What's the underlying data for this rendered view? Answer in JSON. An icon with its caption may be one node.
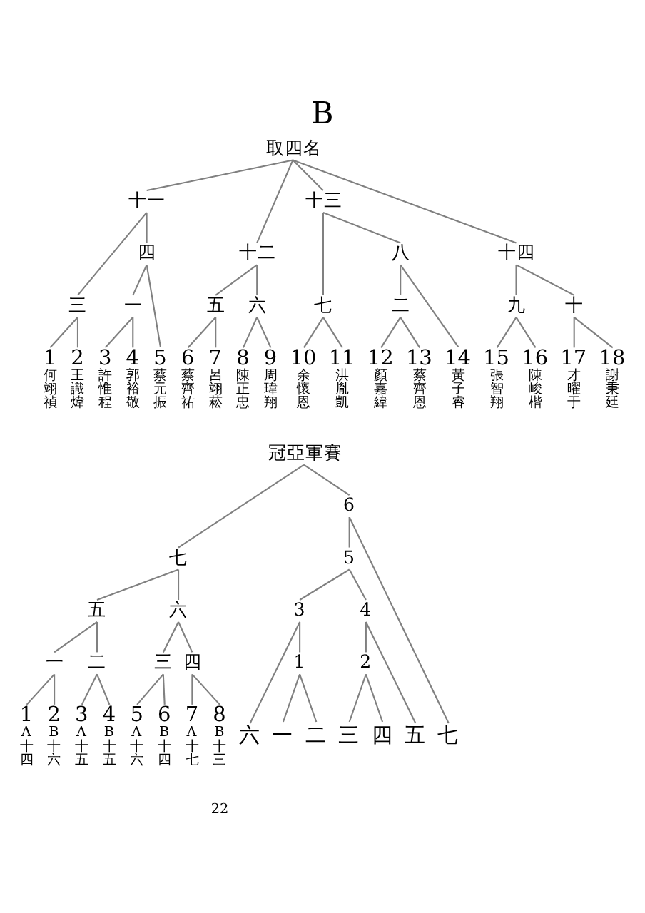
{
  "diagram": {
    "title": "B",
    "nodes": [
      {
        "text": [
          "取四名"
        ]
      },
      {
        "text": [
          "十一"
        ]
      },
      {
        "text": [
          "十二"
        ]
      },
      {
        "text": [
          "十三"
        ]
      },
      {
        "text": [
          "十四"
        ]
      },
      {
        "text": [
          "三"
        ]
      },
      {
        "text": [
          "四"
        ]
      },
      {
        "text": [
          "五"
        ]
      },
      {
        "text": [
          "六"
        ]
      },
      {
        "text": [
          "七"
        ]
      },
      {
        "text": [
          "八"
        ]
      },
      {
        "text": [
          "九"
        ]
      },
      {
        "text": [
          "十"
        ]
      },
      {
        "text": [
          "一"
        ]
      },
      {
        "text": [
          "二"
        ]
      },
      {
        "text": [
          "1"
        ],
        "beside": [
          "何翊禎"
        ]
      },
      {
        "text": [
          "2"
        ],
        "beside": [
          "王識煒"
        ]
      },
      {
        "text": [
          "3"
        ],
        "beside": [
          "許惟程"
        ]
      },
      {
        "text": [
          "4"
        ],
        "beside": [
          "郭裕敬"
        ]
      },
      {
        "text": [
          "5"
        ],
        "beside": [
          "蔡元振"
        ]
      },
      {
        "text": [
          "6"
        ],
        "beside": [
          "蔡齊祐"
        ]
      },
      {
        "text": [
          "7"
        ],
        "beside": [
          "呂翊菘"
        ]
      },
      {
        "text": [
          "8"
        ],
        "beside": [
          "陳正忠"
        ]
      },
      {
        "text": [
          "9"
        ],
        "beside": [
          "周瑋翔"
        ]
      },
      {
        "text": [
          "10"
        ],
        "beside": [
          "余懷恩"
        ]
      },
      {
        "text": [
          "11"
        ],
        "beside": [
          "洪胤凱"
        ]
      },
      {
        "text": [
          "12"
        ],
        "beside": [
          "顏嘉緯"
        ]
      },
      {
        "text": [
          "13"
        ],
        "beside": [
          "蔡齊恩"
        ]
      },
      {
        "text": [
          "14"
        ],
        "beside": [
          "黃子睿"
        ]
      },
      {
        "text": [
          "15"
        ],
        "beside": [
          "張智翔"
        ]
      },
      {
        "text": [
          "16"
        ],
        "beside": [
          "陳峻楷"
        ]
      },
      {
        "text": [
          "17"
        ],
        "beside": [
          "才曜于"
        ]
      },
      {
        "text": [
          "18"
        ],
        "beside": [
          "謝秉廷"
        ]
      },
      {
        "text": [
          "冠亞軍賽"
        ]
      },
      {
        "text": [
          "七"
        ]
      },
      {
        "text": [
          "6"
        ]
      },
      {
        "text": [
          "五"
        ]
      },
      {
        "text": [
          "六"
        ]
      },
      {
        "text": [
          "5"
        ]
      },
      {
        "text": [
          "一"
        ]
      },
      {
        "text": [
          "二"
        ]
      },
      {
        "text": [
          "三"
        ]
      },
      {
        "text": [
          "四"
        ]
      },
      {
        "text": [
          "3"
        ]
      },
      {
        "text": [
          "4"
        ]
      },
      {
        "text": [
          "1"
        ]
      },
      {
        "text": [
          "2"
        ]
      },
      {
        "text": [
          "1"
        ],
        "beside": [
          "A十四"
        ]
      },
      {
        "text": [
          "2"
        ],
        "beside": [
          "B十六"
        ]
      },
      {
        "text": [
          "3"
        ],
        "beside": [
          "A十五"
        ]
      },
      {
        "text": [
          "4"
        ],
        "beside": [
          "B十五"
        ]
      },
      {
        "text": [
          "5"
        ],
        "beside": [
          "A十六"
        ]
      },
      {
        "text": [
          "6"
        ],
        "beside": [
          "B十四"
        ]
      },
      {
        "text": [
          "7"
        ],
        "beside": [
          "A十七"
        ]
      },
      {
        "text": [
          "8"
        ],
        "beside": [
          "B十三"
        ]
      },
      {
        "text": [
          "六"
        ]
      },
      {
        "text": [
          "一"
        ]
      },
      {
        "text": [
          "二"
        ]
      },
      {
        "text": [
          "三"
        ]
      },
      {
        "text": [
          "四"
        ]
      },
      {
        "text": [
          "五"
        ]
      },
      {
        "text": [
          "七"
        ]
      }
    ],
    "edges": [
      {
        "from": 0,
        "to": 1,
        "arrow": "none"
      },
      {
        "from": 0,
        "to": 2,
        "arrow": "none"
      },
      {
        "from": 0,
        "to": 3,
        "arrow": "none"
      },
      {
        "from": 0,
        "to": 4,
        "arrow": "none"
      },
      {
        "from": 1,
        "to": 5,
        "arrow": "none"
      },
      {
        "from": 1,
        "to": 6,
        "arrow": "none"
      },
      {
        "from": 5,
        "to": 15,
        "arrow": "none"
      },
      {
        "from": 5,
        "to": 16,
        "arrow": "none"
      },
      {
        "from": 6,
        "to": 13,
        "arrow": "none"
      },
      {
        "from": 6,
        "to": 19,
        "arrow": "none"
      },
      {
        "from": 13,
        "to": 17,
        "arrow": "none"
      },
      {
        "from": 13,
        "to": 18,
        "arrow": "none"
      },
      {
        "from": 2,
        "to": 7,
        "arrow": "none"
      },
      {
        "from": 2,
        "to": 8,
        "arrow": "none"
      },
      {
        "from": 7,
        "to": 20,
        "arrow": "none"
      },
      {
        "from": 7,
        "to": 21,
        "arrow": "none"
      },
      {
        "from": 8,
        "to": 22,
        "arrow": "none"
      },
      {
        "from": 8,
        "to": 23,
        "arrow": "none"
      },
      {
        "from": 3,
        "to": 9,
        "arrow": "none"
      },
      {
        "from": 3,
        "to": 10,
        "arrow": "none"
      },
      {
        "from": 9,
        "to": 24,
        "arrow": "none"
      },
      {
        "from": 9,
        "to": 25,
        "arrow": "none"
      },
      {
        "from": 10,
        "to": 14,
        "arrow": "none"
      },
      {
        "from": 10,
        "to": 28,
        "arrow": "none"
      },
      {
        "from": 14,
        "to": 26,
        "arrow": "none"
      },
      {
        "from": 14,
        "to": 27,
        "arrow": "none"
      },
      {
        "from": 4,
        "to": 11,
        "arrow": "none"
      },
      {
        "from": 4,
        "to": 12,
        "arrow": "none"
      },
      {
        "from": 11,
        "to": 29,
        "arrow": "none"
      },
      {
        "from": 11,
        "to": 30,
        "arrow": "none"
      },
      {
        "from": 12,
        "to": 31,
        "arrow": "none"
      },
      {
        "from": 12,
        "to": 32,
        "arrow": "none"
      },
      {
        "from": 33,
        "to": 34,
        "arrow": "none"
      },
      {
        "from": 33,
        "to": 35,
        "arrow": "none"
      },
      {
        "from": 34,
        "to": 36,
        "arrow": "none"
      },
      {
        "from": 34,
        "to": 37,
        "arrow": "none"
      },
      {
        "from": 36,
        "to": 39,
        "arrow": "none"
      },
      {
        "from": 36,
        "to": 40,
        "arrow": "none"
      },
      {
        "from": 37,
        "to": 41,
        "arrow": "none"
      },
      {
        "from": 37,
        "to": 42,
        "arrow": "none"
      },
      {
        "from": 39,
        "to": 47,
        "arrow": "none"
      },
      {
        "from": 39,
        "to": 48,
        "arrow": "none"
      },
      {
        "from": 40,
        "to": 49,
        "arrow": "none"
      },
      {
        "from": 40,
        "to": 50,
        "arrow": "none"
      },
      {
        "from": 41,
        "to": 51,
        "arrow": "none"
      },
      {
        "from": 41,
        "to": 52,
        "arrow": "none"
      },
      {
        "from": 42,
        "to": 53,
        "arrow": "none"
      },
      {
        "from": 42,
        "to": 54,
        "arrow": "none"
      },
      {
        "from": 35,
        "to": 38,
        "arrow": "none"
      },
      {
        "from": 35,
        "to": 61,
        "arrow": "none"
      },
      {
        "from": 38,
        "to": 43,
        "arrow": "none"
      },
      {
        "from": 38,
        "to": 44,
        "arrow": "none"
      },
      {
        "from": 43,
        "to": 55,
        "arrow": "none"
      },
      {
        "from": 43,
        "to": 45,
        "arrow": "none"
      },
      {
        "from": 45,
        "to": 56,
        "arrow": "none"
      },
      {
        "from": 45,
        "to": 57,
        "arrow": "none"
      },
      {
        "from": 44,
        "to": 46,
        "arrow": "none"
      },
      {
        "from": 44,
        "to": 60,
        "arrow": "none"
      },
      {
        "from": 46,
        "to": 58,
        "arrow": "none"
      },
      {
        "from": 46,
        "to": 59,
        "arrow": "none"
      }
    ],
    "labels": [
      "22"
    ]
  }
}
